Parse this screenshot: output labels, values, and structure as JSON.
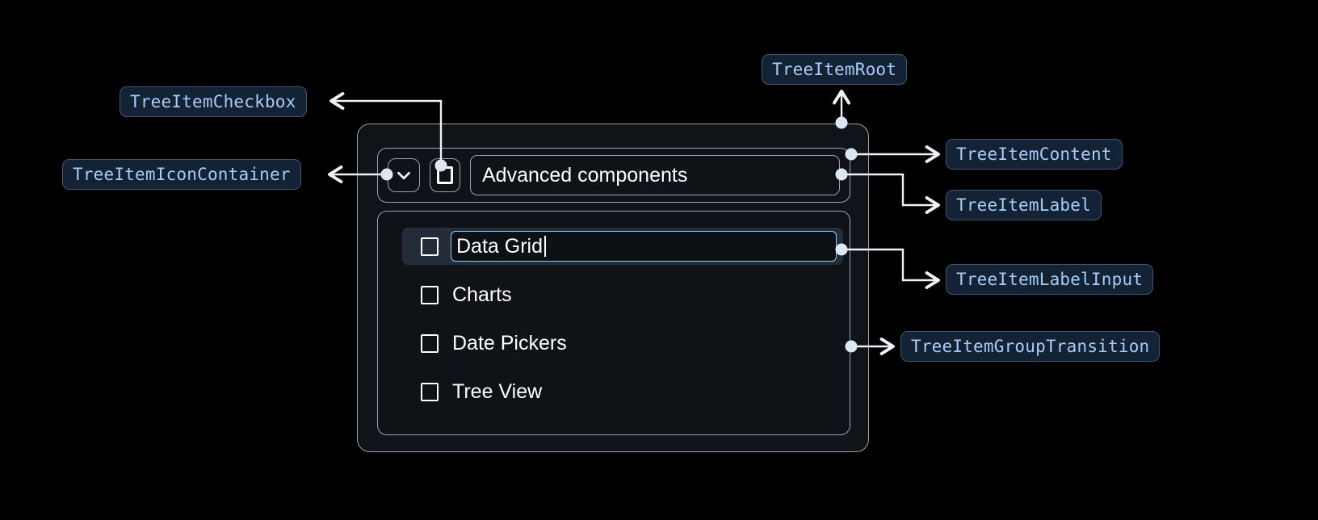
{
  "theme": {
    "background": "#000000",
    "chip_bg": "#132235",
    "chip_border": "#41566e",
    "chip_text": "#a7cdf5",
    "panel_bg": "#101418",
    "panel_border": "#9aa4ad",
    "connector": "#eef2f7",
    "focus_ring": "#90caf9",
    "selected_row_bg": "#232d3a",
    "label_text": "#ffffff"
  },
  "annotations": [
    {
      "id": "treeitem-checkbox",
      "label": "TreeItemCheckbox"
    },
    {
      "id": "treeitem-icon-container",
      "label": "TreeItemIconContainer"
    },
    {
      "id": "treeitem-root",
      "label": "TreeItemRoot"
    },
    {
      "id": "treeitem-content",
      "label": "TreeItemContent"
    },
    {
      "id": "treeitem-label",
      "label": "TreeItemLabel"
    },
    {
      "id": "treeitem-label-input",
      "label": "TreeItemLabelInput"
    },
    {
      "id": "treeitem-group-transition",
      "label": "TreeItemGroupTransition"
    }
  ],
  "tree": {
    "root": {
      "expand_icon": "chevron-down-icon",
      "checkbox_state": "unchecked",
      "label": "Advanced components"
    },
    "children": [
      {
        "label": "Data Grid",
        "checkbox_state": "unchecked",
        "editing": true,
        "selected": true
      },
      {
        "label": "Charts",
        "checkbox_state": "unchecked",
        "editing": false,
        "selected": false
      },
      {
        "label": "Date Pickers",
        "checkbox_state": "unchecked",
        "editing": false,
        "selected": false
      },
      {
        "label": "Tree View",
        "checkbox_state": "unchecked",
        "editing": false,
        "selected": false
      }
    ]
  }
}
